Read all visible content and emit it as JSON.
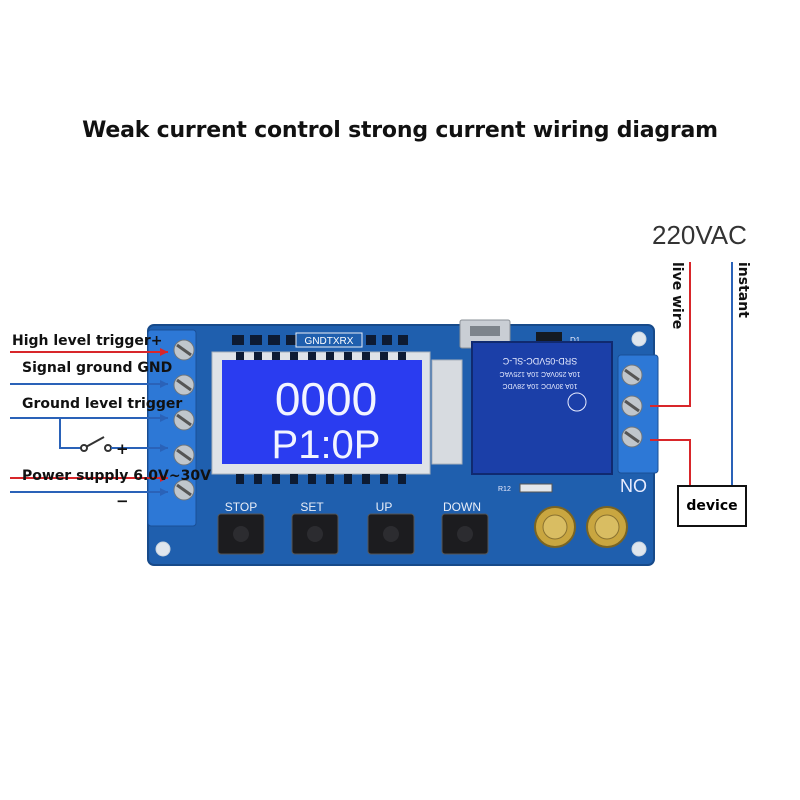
{
  "title": "Weak current control strong current wiring diagram",
  "ac_label": "220VAC",
  "live_wire_label": "live wire",
  "instant_label": "instant",
  "device_label": "device",
  "left_labels": {
    "high_trigger": "High level trigger+",
    "signal_gnd": "Signal ground GND",
    "ground_trigger": "Ground level trigger",
    "power_supply": "Power supply 6.0V~30V",
    "plus": "+",
    "minus": "−"
  },
  "board": {
    "pin_header": "GNDTXRX",
    "lcd_top": "0000",
    "lcd_bottom": "P1:0P",
    "buttons": [
      "STOP",
      "SET",
      "UP",
      "DOWN"
    ],
    "no_label": "NO",
    "relay_text": [
      "SRD-05VDC-SL-C",
      "10A 250VAC  10A 125VAC",
      "10A 30VDC  10A 28VDC"
    ],
    "r_label": "R12",
    "d_label": "D1"
  },
  "colors": {
    "pcb": "#1f5fae",
    "lcd": "#2a3cf0",
    "relay": "#1b3fa8",
    "terminal": "#2d78d6",
    "red_wire": "#d8262a",
    "blue_wire": "#2a62b8"
  }
}
